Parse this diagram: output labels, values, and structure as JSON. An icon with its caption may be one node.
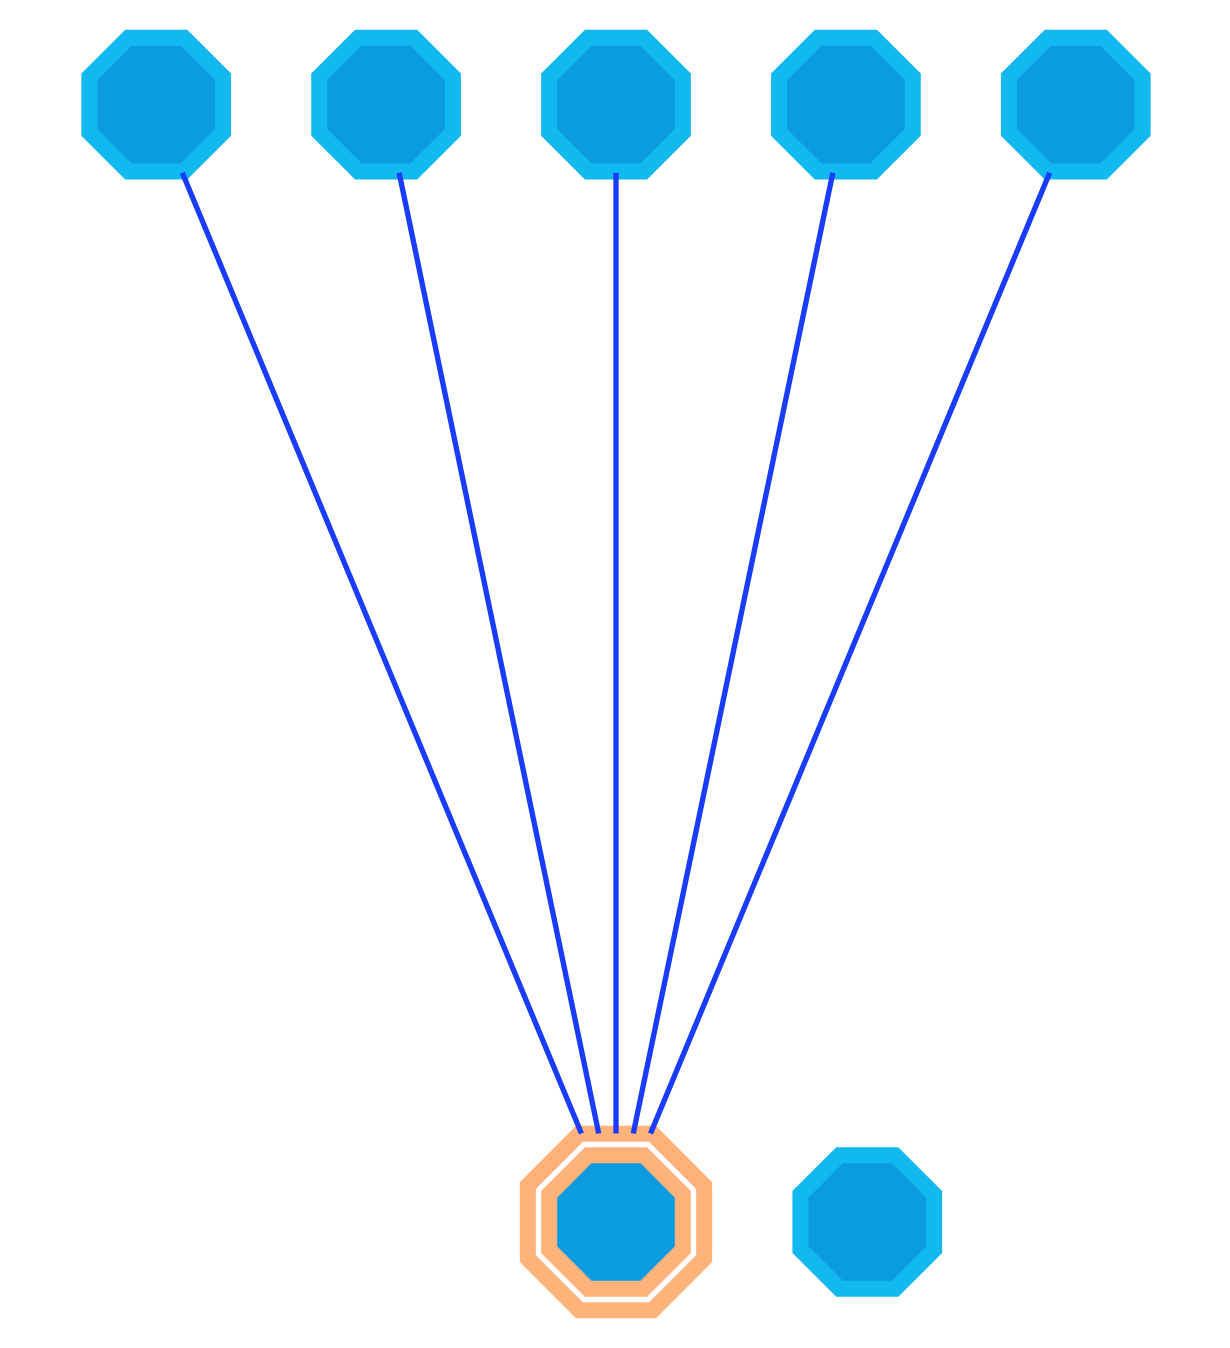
{
  "diagram": {
    "nodes": [
      {
        "text": [],
        "shape": "virus"
      },
      {
        "text": [],
        "shape": "virus"
      },
      {
        "text": [],
        "shape": "virus"
      },
      {
        "text": [],
        "shape": "virus"
      },
      {
        "text": [],
        "shape": "virus"
      },
      {
        "text": [],
        "shape": "virus"
      },
      {
        "text": [],
        "shape": "virus"
      }
    ],
    "edges": [
      {
        "from": 5,
        "to": 0,
        "arrow": "none"
      },
      {
        "from": 5,
        "to": 1,
        "arrow": "none"
      },
      {
        "from": 5,
        "to": 2,
        "arrow": "none"
      },
      {
        "from": 5,
        "to": 3,
        "arrow": "none"
      },
      {
        "from": 5,
        "to": 4,
        "arrow": "none"
      }
    ]
  }
}
